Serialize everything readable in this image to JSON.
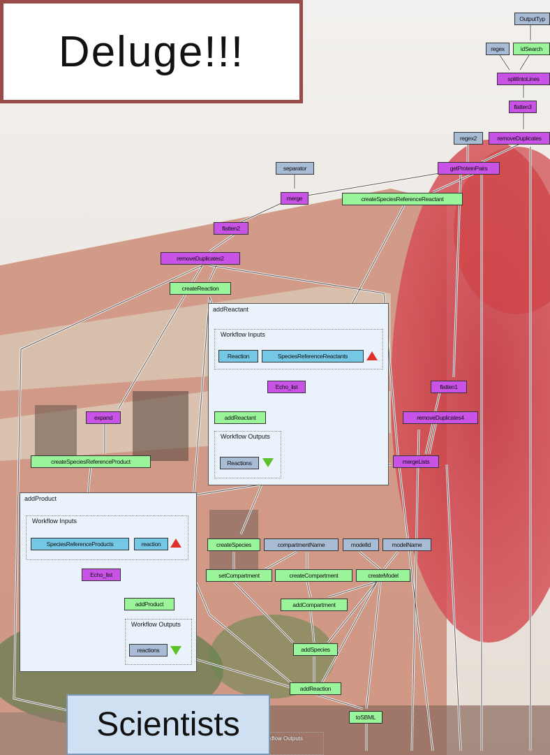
{
  "title": "Deluge!!!",
  "bottom_label": "Scientists",
  "panels": {
    "add_reactant": "addReactant",
    "add_product": "addProduct",
    "workflow_inputs": "Workflow Inputs",
    "workflow_outputs": "Workflow Outputs",
    "workflow_outputs_bottom": "Workflow Outputs"
  },
  "nodes": {
    "output_type": "OutputTyp",
    "regex": "regex",
    "id_search": "idSearch",
    "split_into_lines": "splitIntoLines",
    "flatten3": "flatten3",
    "regex2": "regex2",
    "remove_duplicates": "removeDuplicates",
    "separator": "separator",
    "get_protein_pairs": "getProteinPairs",
    "merge": "merge",
    "create_species_reference_reactant": "createSpeciesReferenceReactant",
    "flatten2": "flatten2",
    "remove_duplicates2": "removeDuplicates2",
    "create_reaction": "createReaction",
    "reaction_in": "Reaction",
    "species_reference_reactants": "SpeciesReferenceReactants",
    "echo_list_1": "Echo_list",
    "add_reactant_node": "addReactant",
    "reactions_out": "Reactions",
    "flatten1": "flatten1",
    "remove_duplicates4": "removeDuplicates4",
    "expand": "expand",
    "create_species_reference_product": "createSpeciesReferenceProduct",
    "merge_lists": "mergeLists",
    "species_reference_products": "SpeciesReferenceProducts",
    "reaction_in2": "reaction",
    "echo_list_2": "Echo_list",
    "add_product_node": "addProduct",
    "reactions_out2": "reactions",
    "create_species": "createSpecies",
    "compartment_name": "compartmentName",
    "model_id": "modelId",
    "model_name": "modelName",
    "set_compartment": "setCompartment",
    "create_compartment": "createCompartment",
    "create_model": "createModel",
    "add_compartment": "addCompartment",
    "add_species": "addSpecies",
    "add_reaction": "addReaction",
    "to_sbml": "toSBML"
  },
  "colors": {
    "processor": "#c853e6",
    "local_worker": "#9af59a",
    "constant": "#a8bcd6",
    "input_port": "#74c8e6",
    "title_border": "#9b4a4a"
  }
}
